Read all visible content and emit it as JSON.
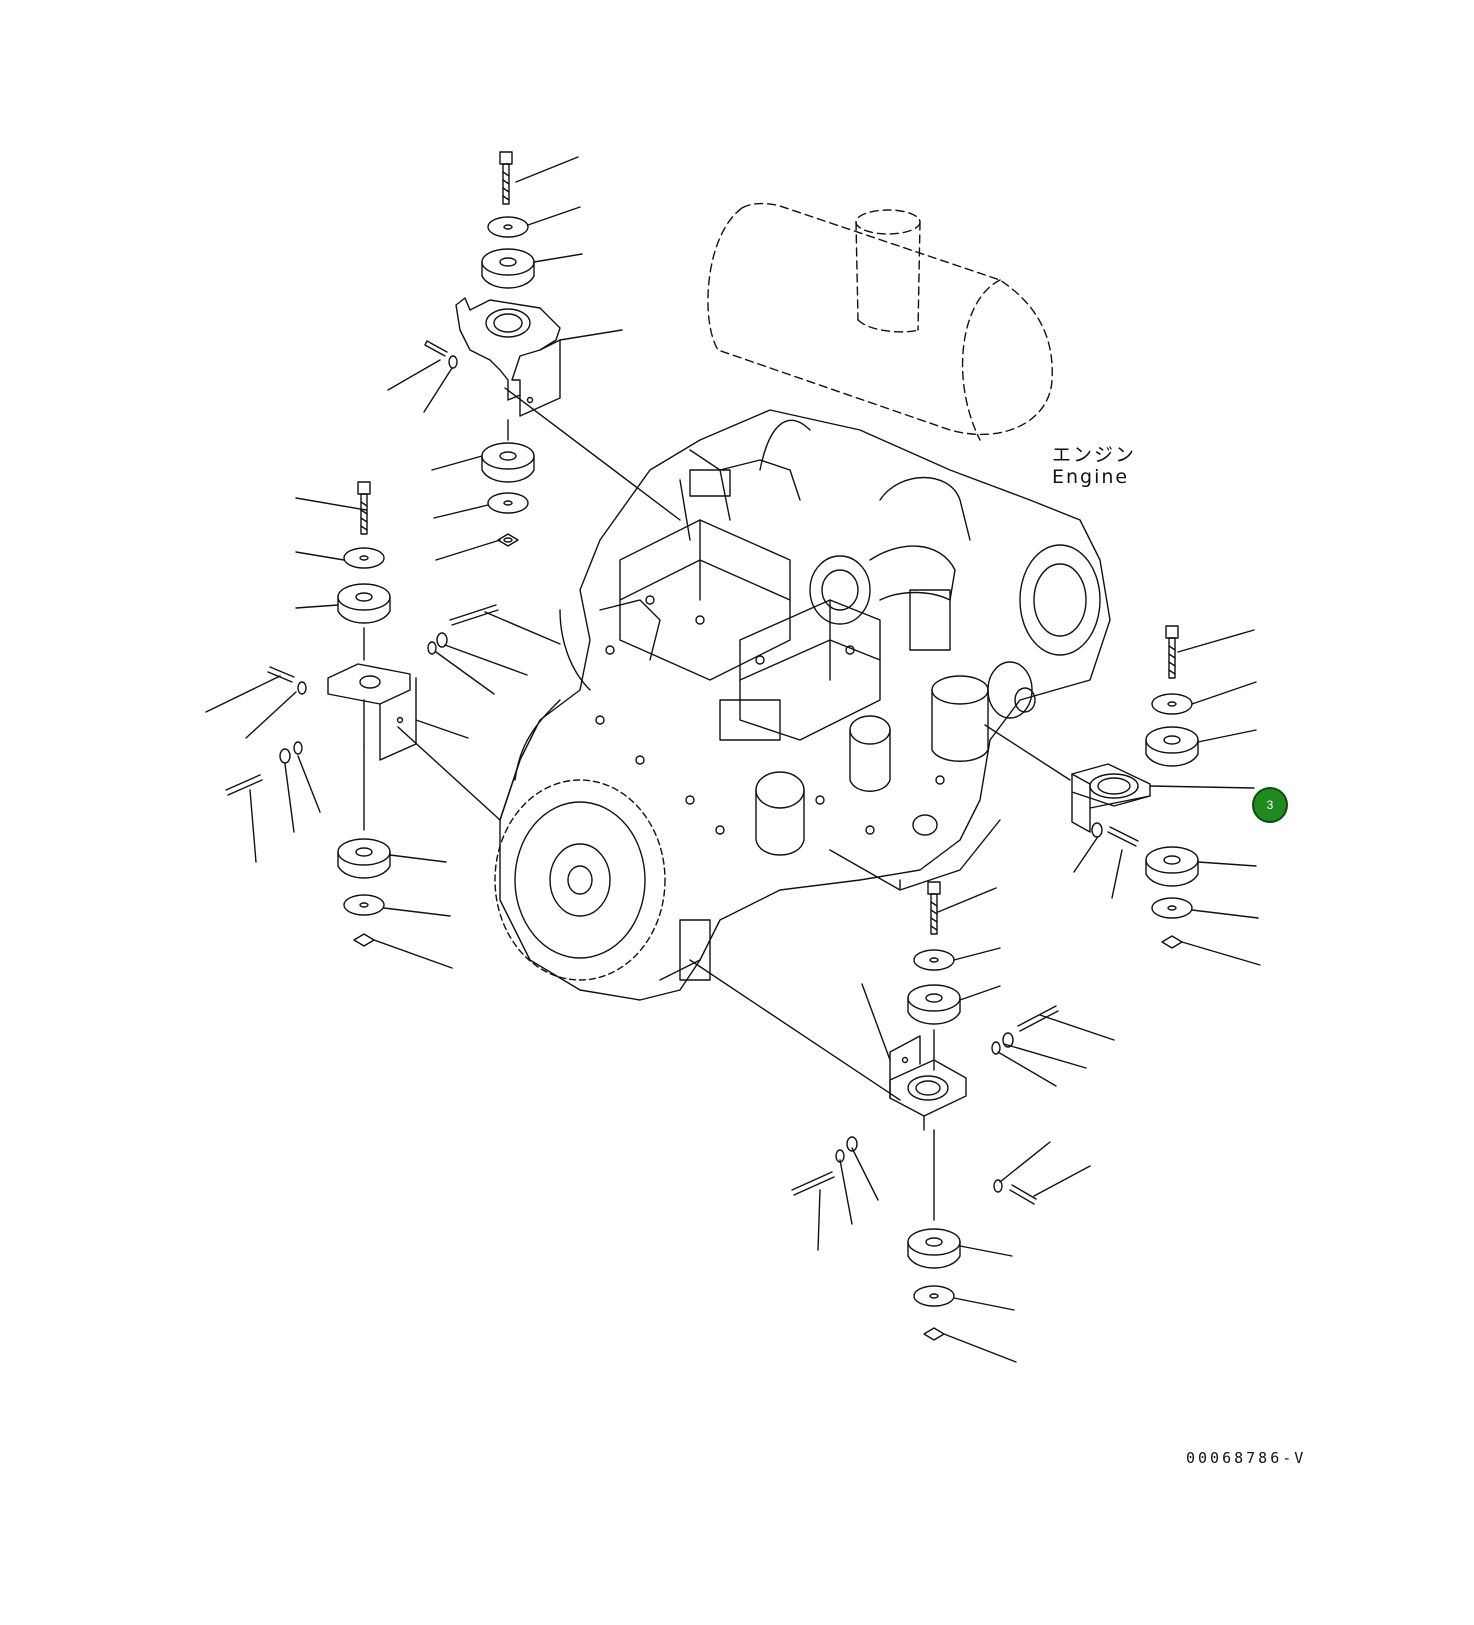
{
  "labels": {
    "engine_jp": "エンジン",
    "engine_en": "Engine",
    "drawing_code": "00068786-V"
  },
  "callouts": [
    {
      "number": "3",
      "color": "#1f8a1f"
    }
  ],
  "colors": {
    "line": "#111111",
    "background": "#ffffff",
    "callout_fill": "#1f8a1f"
  }
}
